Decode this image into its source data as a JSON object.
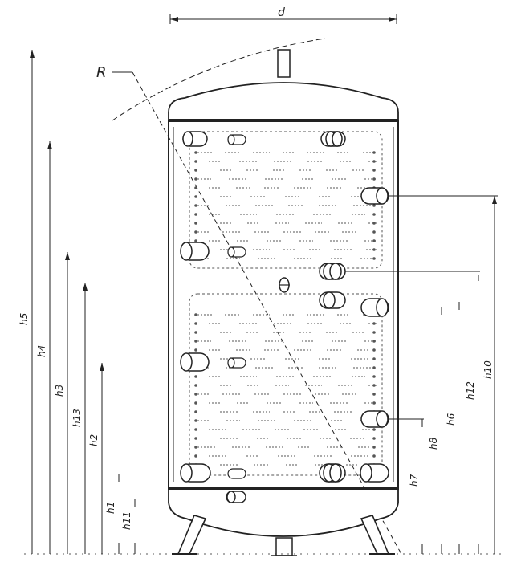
{
  "labels": {
    "d": "d",
    "R": "R",
    "h1": "h1",
    "h2": "h2",
    "h3": "h3",
    "h4": "h4",
    "h5": "h5",
    "h6": "h6",
    "h7": "h7",
    "h8": "h8",
    "h10": "h10",
    "h11": "h11",
    "h12": "h12",
    "h13": "h13"
  },
  "colors": {
    "line": "#222222",
    "dim": "#333333",
    "coil": "#555555",
    "tank_fill": "#ffffff"
  }
}
